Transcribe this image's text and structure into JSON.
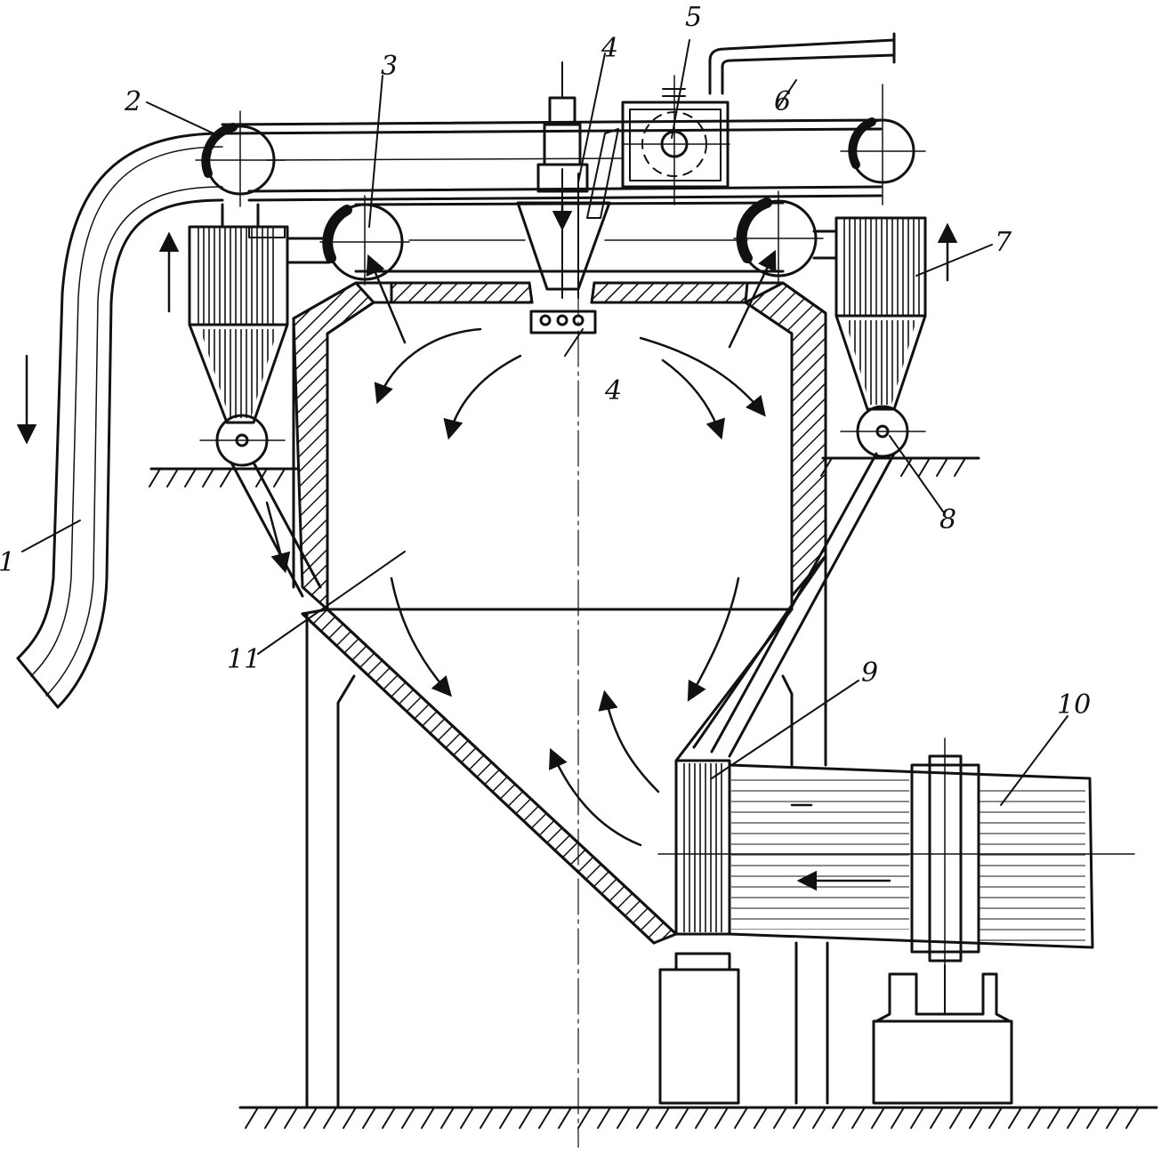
{
  "diagram": {
    "labels": [
      {
        "id": "1",
        "text": "1"
      },
      {
        "id": "2",
        "text": "2"
      },
      {
        "id": "3",
        "text": "3"
      },
      {
        "id": "4a",
        "text": "4"
      },
      {
        "id": "4b",
        "text": "4"
      },
      {
        "id": "5",
        "text": "5"
      },
      {
        "id": "6",
        "text": "6"
      },
      {
        "id": "7",
        "text": "7"
      },
      {
        "id": "8",
        "text": "8"
      },
      {
        "id": "9",
        "text": "9"
      },
      {
        "id": "10",
        "text": "10"
      },
      {
        "id": "11",
        "text": "11"
      }
    ],
    "colors": {
      "ink": "#111111",
      "paper": "#ffffff"
    }
  }
}
